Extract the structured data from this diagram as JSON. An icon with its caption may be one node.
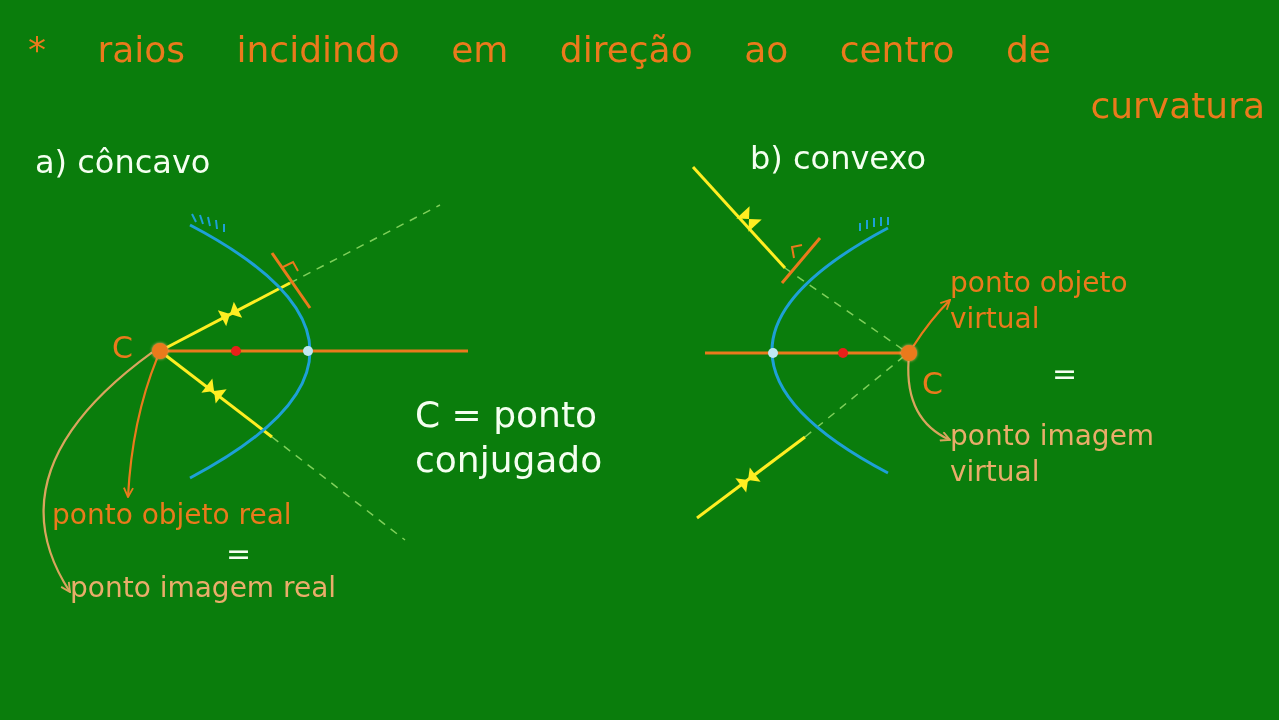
{
  "diagram": {
    "title": "* raios incidindo em direção ao centro de curvatura",
    "nodes": [
      {
        "text": [],
        "shape": "circle",
        "beside": [
          "C"
        ]
      },
      {
        "text": [
          "ponto objeto real"
        ]
      },
      {
        "text": [
          "ponto imagem real"
        ]
      },
      {
        "text": [],
        "shape": "circle",
        "beside": [
          "C"
        ]
      },
      {
        "text": [
          "ponto objeto virtual"
        ]
      },
      {
        "text": [
          "ponto imagem virtual"
        ]
      }
    ],
    "edges": [
      {
        "from": 0,
        "to": 1,
        "arrow": "to"
      },
      {
        "from": 0,
        "to": 2,
        "arrow": "to",
        "color": "#d9a55e"
      },
      {
        "from": 3,
        "to": 4,
        "arrow": "to"
      },
      {
        "from": 3,
        "to": 5,
        "arrow": "to",
        "color": "#d9a55e"
      }
    ],
    "labels": [
      "a) côncavo",
      "b) convexo",
      "C = ponto conjugado",
      "=",
      "="
    ]
  }
}
